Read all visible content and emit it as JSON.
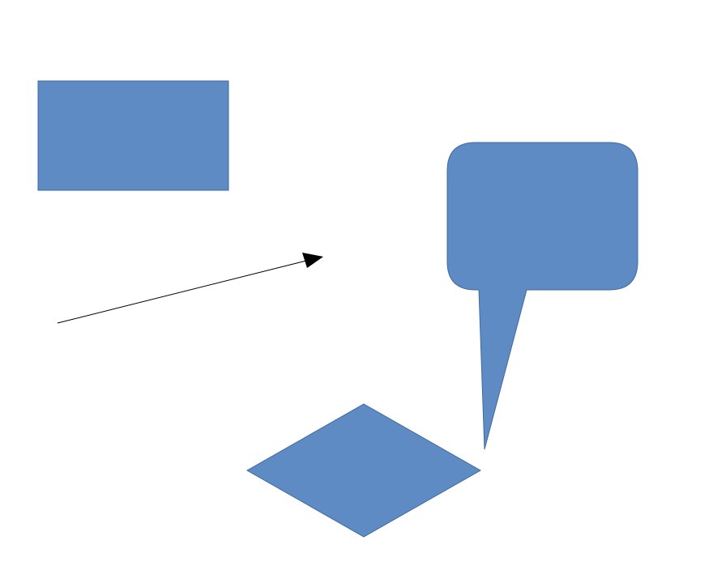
{
  "colors": {
    "background": "#ffffff",
    "shape_fill": "#5f8bc4",
    "shape_stroke": "#3f6aa0",
    "connector": "#000000"
  },
  "shapes": [
    {
      "kind": "rectangle",
      "name": "rectangle-shape"
    },
    {
      "kind": "arrow",
      "name": "arrow-connector"
    },
    {
      "kind": "speech-bubble",
      "name": "speech-bubble-shape"
    },
    {
      "kind": "diamond",
      "name": "diamond-shape"
    }
  ]
}
